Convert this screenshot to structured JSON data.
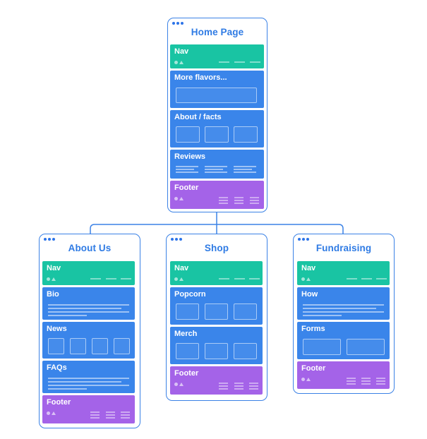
{
  "home": {
    "title": "Home Page",
    "sections": [
      "Nav",
      "More flavors...",
      "About / facts",
      "Reviews",
      "Footer"
    ]
  },
  "about": {
    "title": "About Us",
    "sections": [
      "Nav",
      "Bio",
      "News",
      "FAQs",
      "Footer"
    ]
  },
  "shop": {
    "title": "Shop",
    "sections": [
      "Nav",
      "Popcorn",
      "Merch",
      "Footer"
    ]
  },
  "fundraising": {
    "title": "Fundraising",
    "sections": [
      "Nav",
      "How",
      "Forms",
      "Footer"
    ]
  },
  "colors": {
    "border": "#3b82e6",
    "title": "#2f7be4",
    "nav": "#19c4a3",
    "content": "#3a85ea",
    "footer": "#a463e8",
    "connector": "#3b82e6"
  }
}
